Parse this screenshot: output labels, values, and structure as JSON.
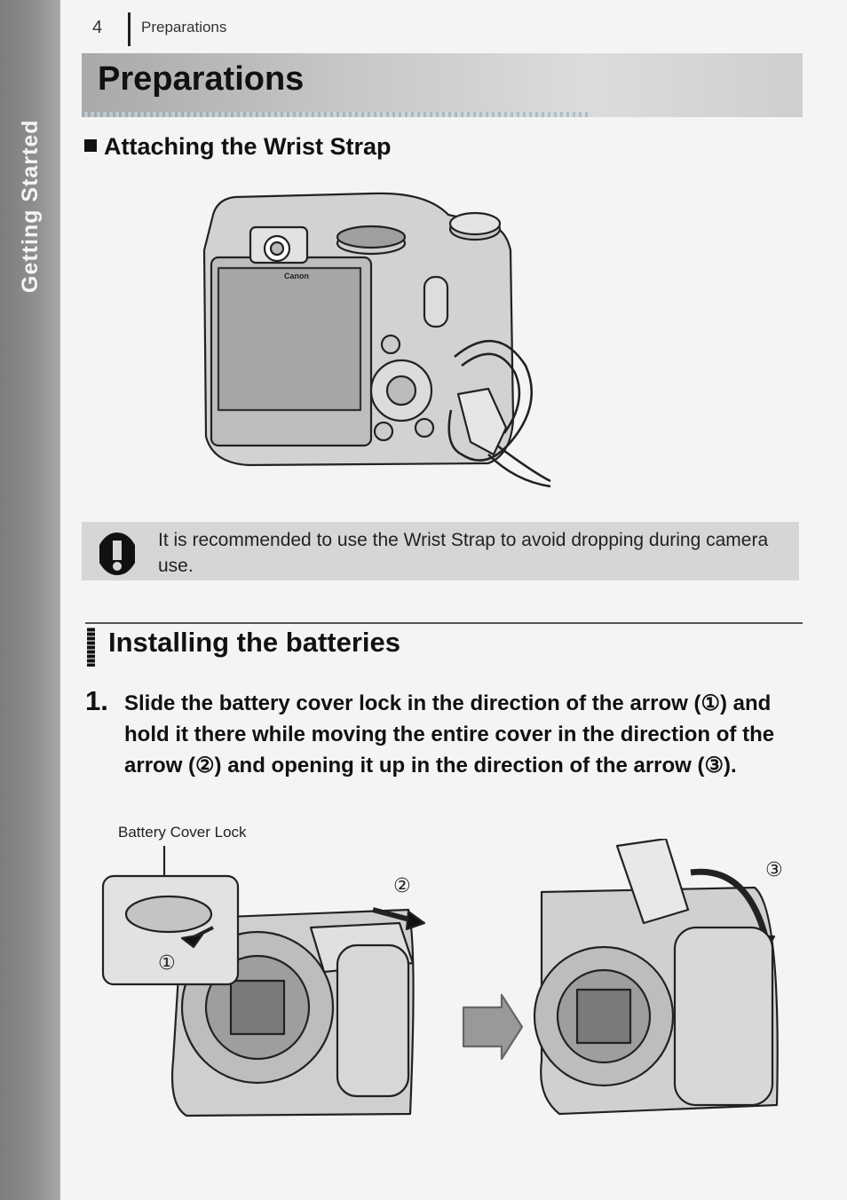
{
  "side_tab": {
    "label": "Getting Started"
  },
  "header": {
    "page_number": "4",
    "running_title": "Preparations"
  },
  "page_title": "Preparations",
  "section": {
    "heading": "Attaching the Wrist Strap"
  },
  "camera": {
    "brand": "Canon"
  },
  "caution": {
    "icon": "caution-icon",
    "text": "It is recommended to use the Wrist Strap to avoid dropping during camera use."
  },
  "subsection": {
    "heading": "Installing the batteries"
  },
  "step": {
    "number": "1.",
    "text": "Slide the battery cover lock in the direction of the arrow (①) and hold it there while moving the entire cover in the direction of the arrow (②) and opening it up in the direction of the arrow (③)."
  },
  "figure2": {
    "label": "Battery Cover Lock",
    "marker1": "①",
    "marker2": "②",
    "marker3": "③"
  }
}
